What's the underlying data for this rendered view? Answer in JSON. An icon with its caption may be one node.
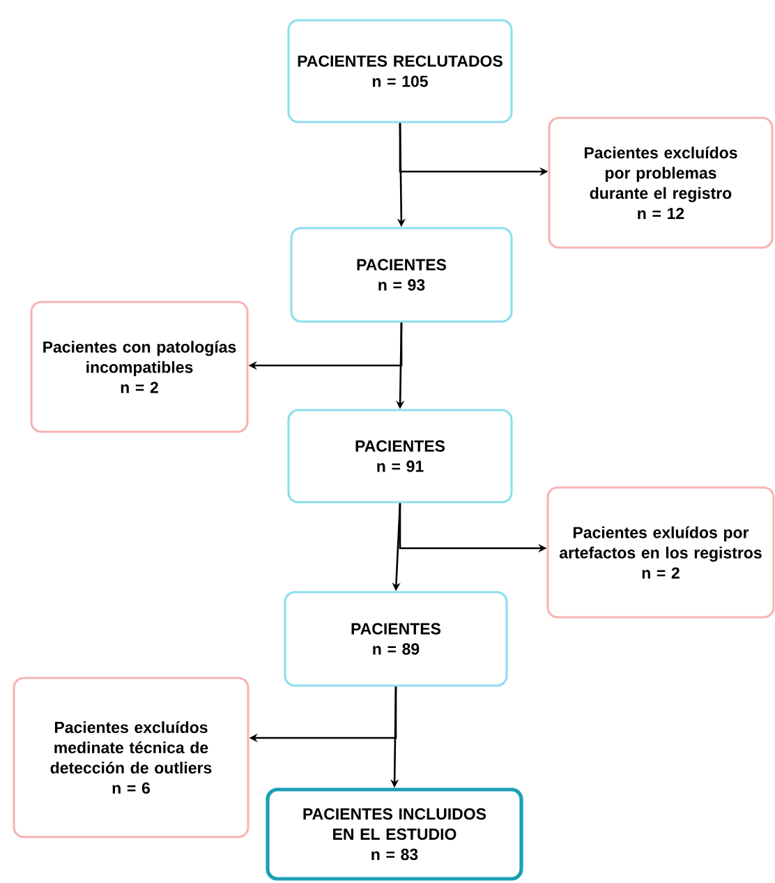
{
  "diagram": {
    "nodes": [
      {
        "text": [
          "PACIENTES RECLUTADOS",
          "n = 105"
        ]
      },
      {
        "text": [
          "Pacientes excluídos por problemas durante el registro",
          "n = 12"
        ]
      },
      {
        "text": [
          "PACIENTES",
          "n = 93"
        ]
      },
      {
        "text": [
          "Pacientes con patologías incompatibles",
          "n = 2"
        ]
      },
      {
        "text": [
          "PACIENTES",
          "n = 91"
        ]
      },
      {
        "text": [
          "Pacientes exluídos por artefactos en los registros",
          "n = 2"
        ]
      },
      {
        "text": [
          "PACIENTES",
          "n = 89"
        ]
      },
      {
        "text": [
          "Pacientes excluídos medinate técnica de detección de outliers",
          "n = 6"
        ]
      },
      {
        "text": [
          "PACIENTES INCLUIDOS EN EL ESTUDIO",
          "n = 83"
        ]
      }
    ],
    "edges": [
      {
        "from": 0,
        "to": 2,
        "arrow": "to"
      },
      {
        "from": 0,
        "to": 1,
        "arrow": "to"
      },
      {
        "from": 2,
        "to": 4,
        "arrow": "to"
      },
      {
        "from": 2,
        "to": 3,
        "arrow": "to"
      },
      {
        "from": 4,
        "to": 6,
        "arrow": "to"
      },
      {
        "from": 4,
        "to": 5,
        "arrow": "to"
      },
      {
        "from": 6,
        "to": 8,
        "arrow": "to"
      },
      {
        "from": 6,
        "to": 7,
        "arrow": "to"
      }
    ]
  }
}
